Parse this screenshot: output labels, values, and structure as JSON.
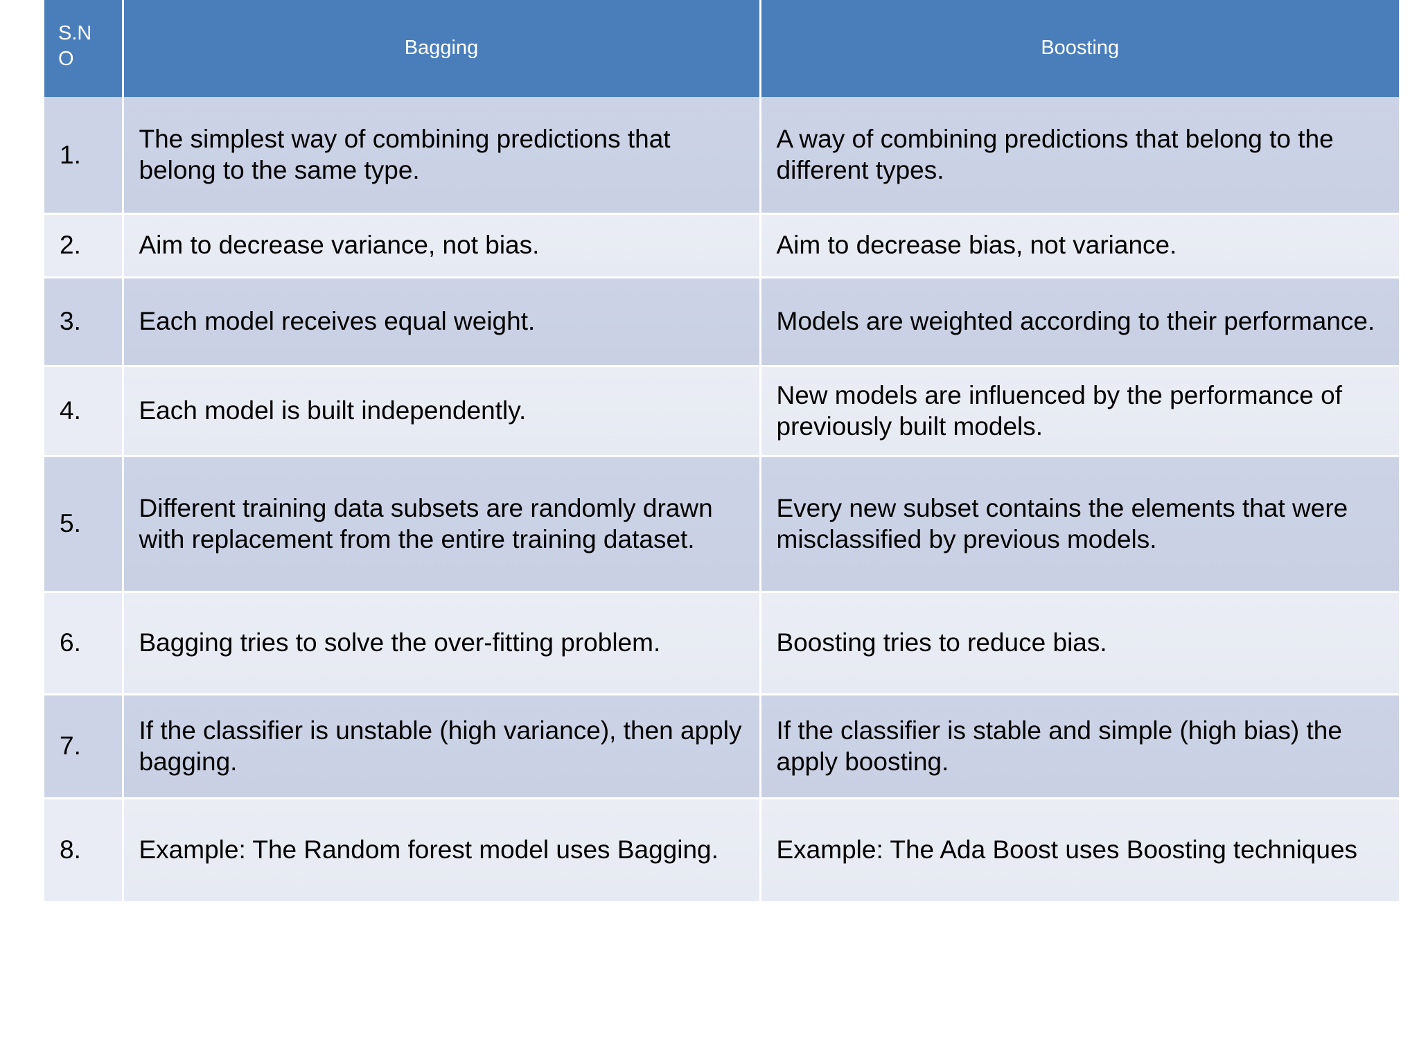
{
  "table": {
    "columns": [
      {
        "key": "sno",
        "label": "S.N\nO",
        "label_flat": "S.NO"
      },
      {
        "key": "bag",
        "label": "Bagging"
      },
      {
        "key": "boost",
        "label": "Boosting"
      }
    ],
    "header_bg": "#4a7ebb",
    "header_text_color": "#ffffff",
    "band_a_bg": "#ccd3e6",
    "band_b_bg": "#e9ecf4",
    "rows": [
      {
        "sno": "1.",
        "bagging": "The simplest way of combining predictions that  belong to the same type.",
        "boosting": "A way of combining predictions that belong to the different types."
      },
      {
        "sno": "2.",
        "bagging": "Aim to decrease variance, not bias.",
        "boosting": "Aim to decrease bias, not variance."
      },
      {
        "sno": "3.",
        "bagging": "Each model receives equal weight.",
        "boosting": "Models are weighted according to their performance."
      },
      {
        "sno": "4.",
        "bagging": "Each model is built independently.",
        "boosting": "New models are influenced  by the performance of previously built models."
      },
      {
        "sno": "5.",
        "bagging": "Different training data subsets are randomly drawn with replacement from the entire training dataset.",
        "boosting": "Every new subset contains the elements that were misclassified by previous models."
      },
      {
        "sno": "6.",
        "bagging": "Bagging tries to solve the over-fitting problem.",
        "boosting": "Boosting tries to reduce bias."
      },
      {
        "sno": "7.",
        "bagging": "If the classifier is unstable (high variance), then apply bagging.",
        "boosting": "If the classifier is stable and simple (high bias) the apply boosting."
      },
      {
        "sno": "8.",
        "bagging": "Example: The Random forest model uses Bagging.",
        "boosting": "Example: The Ada Boost uses Boosting techniques"
      }
    ]
  }
}
